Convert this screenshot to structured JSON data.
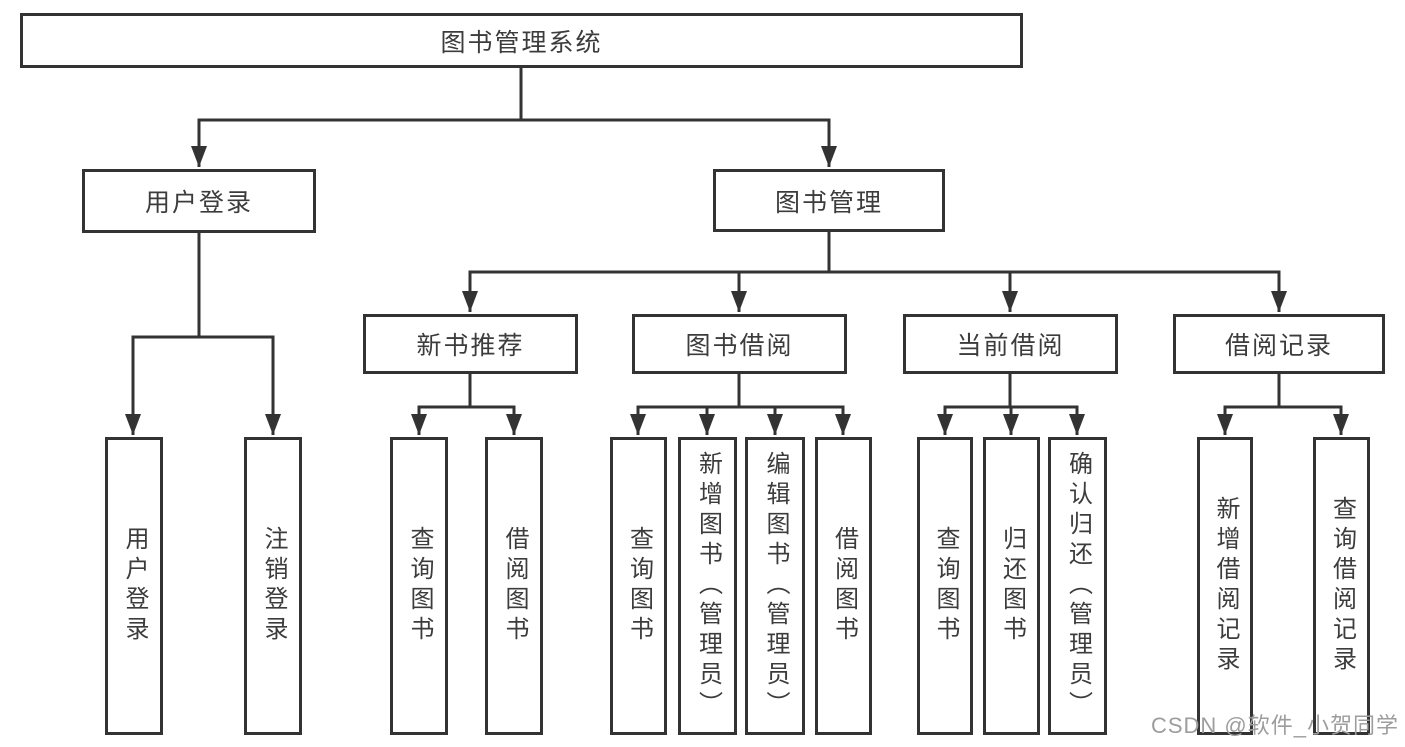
{
  "diagram": {
    "title": "图书管理系统",
    "tree": {
      "root": {
        "label": "图书管理系统"
      },
      "login": {
        "label": "用户登录",
        "children": [
          {
            "label": "用户登录"
          },
          {
            "label": "注销登录"
          }
        ]
      },
      "management": {
        "label": "图书管理",
        "sections": [
          {
            "label": "新书推荐",
            "children": [
              {
                "label": "查询图书"
              },
              {
                "label": "借阅图书"
              }
            ]
          },
          {
            "label": "图书借阅",
            "children": [
              {
                "label": "查询图书"
              },
              {
                "label": "新增图书（管理员）"
              },
              {
                "label": "编辑图书（管理员）"
              },
              {
                "label": "借阅图书"
              }
            ]
          },
          {
            "label": "当前借阅",
            "children": [
              {
                "label": "查询图书"
              },
              {
                "label": "归还图书"
              },
              {
                "label": "确认归还（管理员）"
              }
            ]
          },
          {
            "label": "借阅记录",
            "children": [
              {
                "label": "新增借阅记录"
              },
              {
                "label": "查询借阅记录"
              }
            ]
          }
        ]
      }
    },
    "colors": {
      "line": "#333333",
      "text": "#3c3c3c",
      "background": "#ffffff",
      "watermark": "#9d9d9d"
    }
  },
  "watermark": {
    "text": "CSDN @软件_小贺同学"
  }
}
